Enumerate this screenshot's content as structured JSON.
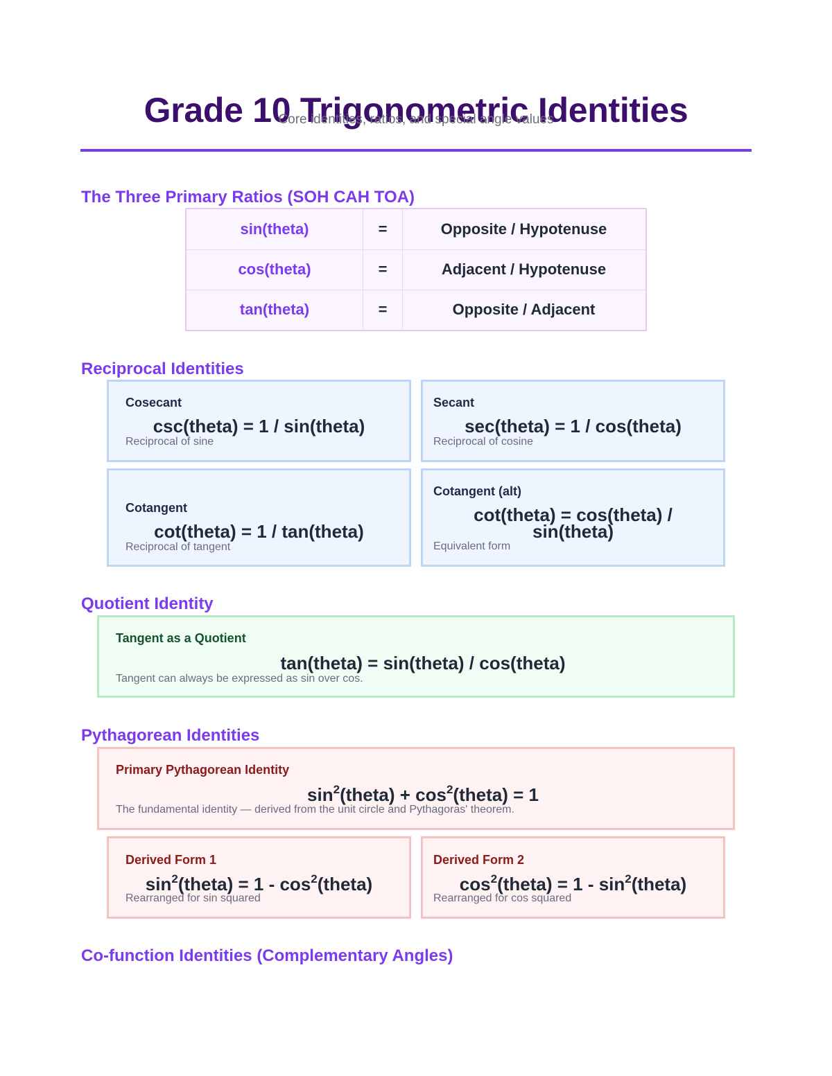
{
  "header": {
    "title": "Grade 10 Trigonometric Identities",
    "subtitle": "Core identities, ratios, and special angle values"
  },
  "colors": {
    "accent": "#7c3aed",
    "title": "#3b0f6b",
    "reciprocal_bg": "#eef5ff",
    "quotient_bg": "#f0fdf4",
    "pythagorean_bg": "#fef2f2"
  },
  "primary_ratios": {
    "heading": "The Three Primary Ratios (SOH CAH TOA)",
    "rows": [
      {
        "fn": "sin(theta)",
        "eq": "=",
        "def": "Opposite / Hypotenuse"
      },
      {
        "fn": "cos(theta)",
        "eq": "=",
        "def": "Adjacent / Hypotenuse"
      },
      {
        "fn": "tan(theta)",
        "eq": "=",
        "def": "Opposite / Adjacent"
      }
    ]
  },
  "reciprocal": {
    "heading": "Reciprocal Identities",
    "cards": [
      {
        "label": "Cosecant",
        "formula": "csc(theta) = 1 / sin(theta)",
        "note": "Reciprocal of sine"
      },
      {
        "label": "Secant",
        "formula": "sec(theta) = 1 / cos(theta)",
        "note": "Reciprocal of cosine"
      },
      {
        "label": "Cotangent",
        "formula": "cot(theta) = 1 / tan(theta)",
        "note": "Reciprocal of tangent"
      },
      {
        "label": "Cotangent (alt)",
        "formula_line1": "cot(theta) = cos(theta) /",
        "formula_line2": "sin(theta)",
        "note": "Equivalent form"
      }
    ]
  },
  "quotient": {
    "heading": "Quotient Identity",
    "card": {
      "label": "Tangent as a Quotient",
      "formula": "tan(theta) = sin(theta) / cos(theta)",
      "note": "Tangent can always be expressed as sin over cos."
    }
  },
  "pythagorean": {
    "heading": "Pythagorean Identities",
    "primary": {
      "label": "Primary Pythagorean Identity",
      "f1": "sin",
      "f2": "(theta) + cos",
      "f3": "(theta) = 1",
      "exp": "2",
      "note": "The fundamental identity — derived from the unit circle and Pythagoras' theorem."
    },
    "derived": [
      {
        "label": "Derived Form 1",
        "f1": "sin",
        "f2": "(theta) = 1 - cos",
        "f3": "(theta)",
        "exp": "2",
        "note": "Rearranged for sin squared"
      },
      {
        "label": "Derived Form 2",
        "f1": "cos",
        "f2": "(theta) = 1 - sin",
        "f3": "(theta)",
        "exp": "2",
        "note": "Rearranged for cos squared"
      }
    ]
  },
  "cofunction": {
    "heading": "Co-function Identities (Complementary Angles)"
  }
}
